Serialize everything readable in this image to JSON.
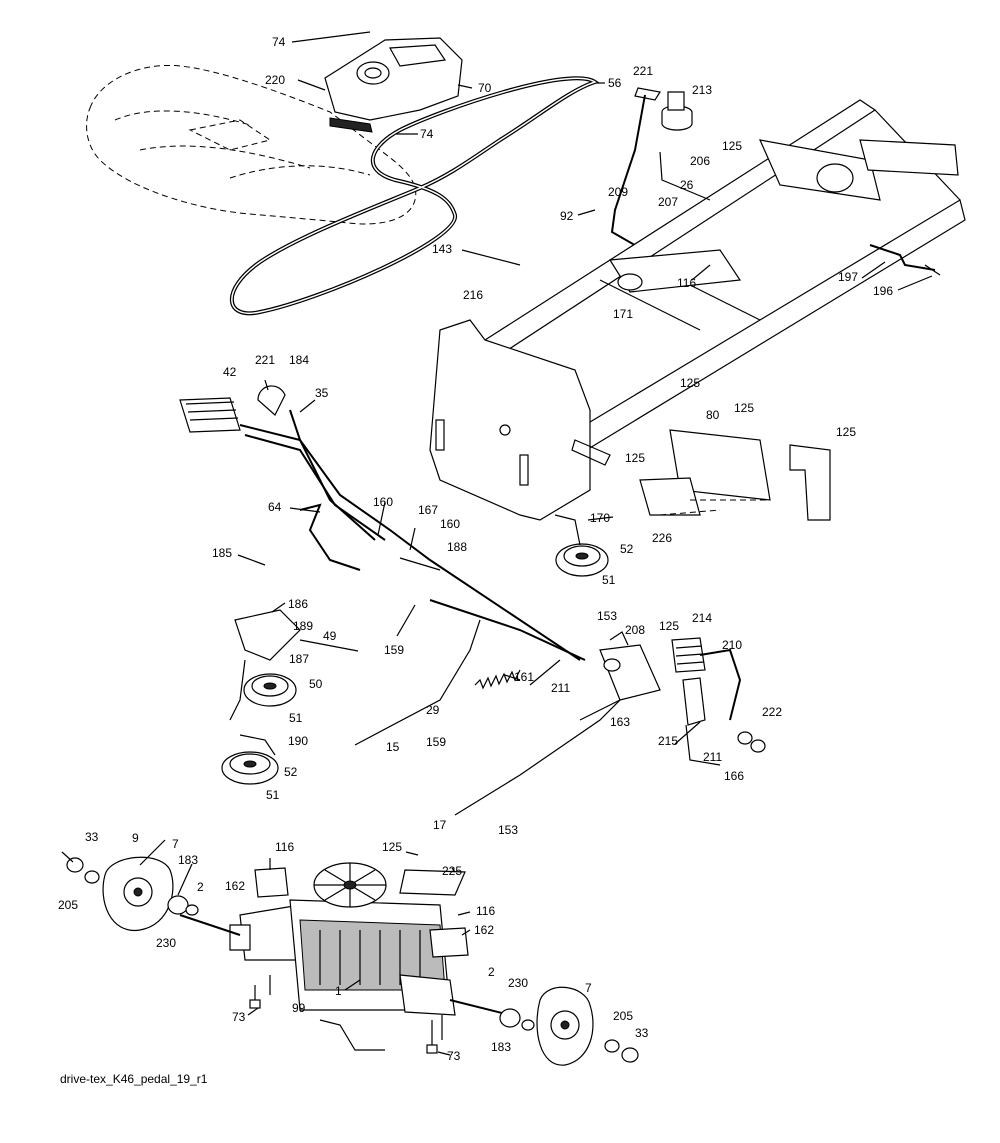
{
  "caption": "drive-tex_K46_pedal_19_r1",
  "labels": {
    "l74a": "74",
    "l220": "220",
    "l70": "70",
    "l74b": "74",
    "l56": "56",
    "l221a": "221",
    "l213": "213",
    "l125a": "125",
    "l206": "206",
    "l209": "209",
    "l26": "26",
    "l92": "92",
    "l207": "207",
    "l143": "143",
    "l116a": "116",
    "l216": "216",
    "l171": "171",
    "l197": "197",
    "l196": "196",
    "l221b": "221",
    "l184": "184",
    "l42": "42",
    "l35": "35",
    "l125b": "125",
    "l80": "80",
    "l125c": "125",
    "l125d": "125",
    "l125e": "125",
    "l64": "64",
    "l160a": "160",
    "l167": "167",
    "l160b": "160",
    "l188": "188",
    "l170": "170",
    "l226": "226",
    "l52a": "52",
    "l51a": "51",
    "l185": "185",
    "l186": "186",
    "l189": "189",
    "l49": "49",
    "l159a": "159",
    "l153a": "153",
    "l208": "208",
    "l125f": "125",
    "l214": "214",
    "l210": "210",
    "l187": "187",
    "l161": "161",
    "l211a": "211",
    "l50": "50",
    "l29": "29",
    "l51b": "51",
    "l163": "163",
    "l222": "222",
    "l190": "190",
    "l15": "15",
    "l159b": "159",
    "l215": "215",
    "l211b": "211",
    "l52b": "52",
    "l166": "166",
    "l51c": "51",
    "l17": "17",
    "l153b": "153",
    "l33a": "33",
    "l9": "9",
    "l7a": "7",
    "l116b": "116",
    "l125g": "125",
    "l183a": "183",
    "l162a": "162",
    "l225": "225",
    "l205a": "205",
    "l2a": "2",
    "l116c": "116",
    "l230a": "230",
    "l162b": "162",
    "l1": "1",
    "l2b": "2",
    "l230b": "230",
    "l7b": "7",
    "l73a": "73",
    "l99": "99",
    "l205b": "205",
    "l183b": "183",
    "l33b": "33",
    "l73b": "73"
  }
}
